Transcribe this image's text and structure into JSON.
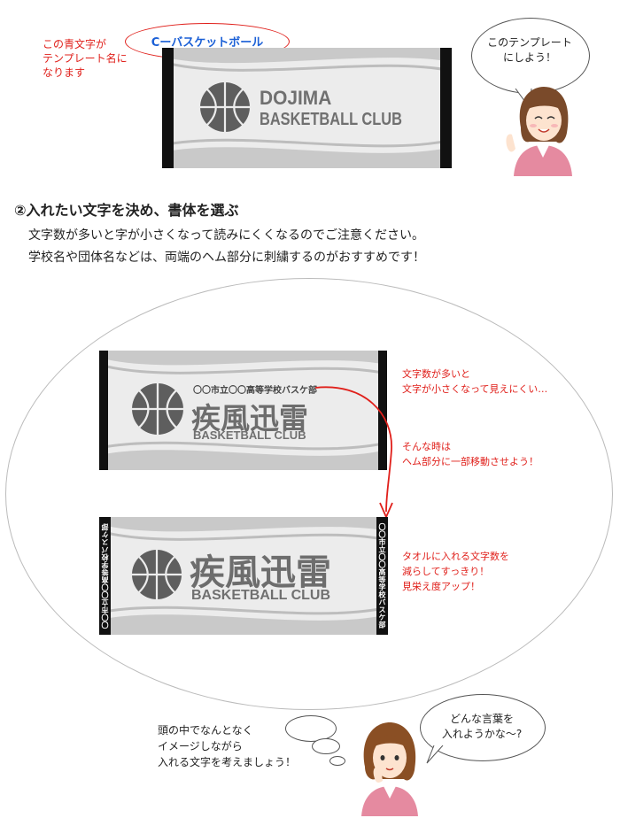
{
  "top": {
    "note_lines": [
      "この青文字が",
      "テンプレート名に",
      "なります"
    ],
    "template_name": "Cーバスケットボール",
    "towel_line1": "DOJIMA",
    "towel_line2": "BASKETBALL CLUB",
    "speech_lines": [
      "このテンプレート",
      "にしよう！"
    ]
  },
  "step": {
    "heading": "②入れたい文字を決め、書体を選ぶ",
    "lines": [
      "文字数が多いと字が小さくなって読みにくくなるのでご注意ください。",
      "学校名や団体名などは、両端のヘム部分に刺繍するのがおすすめです！"
    ]
  },
  "towel_a": {
    "school": "〇〇市立〇〇高等学校バスケ部",
    "team": "疾風迅雷",
    "club": "BASKETBALL CLUB"
  },
  "towel_b": {
    "team": "疾風迅雷",
    "club": "BASKETBALL CLUB",
    "hem_left": "〇〇市立〇〇高等学校バスケ部",
    "hem_right": "〇〇市立〇〇高等学校バスケ部"
  },
  "notes": {
    "note1": [
      "文字数が多いと",
      "文字が小さくなって見えにくい…"
    ],
    "note2": [
      "そんな時は",
      "ヘム部分に一部移動させよう！"
    ],
    "note3": [
      "タオルに入れる文字数を",
      "減らしてすっきり！",
      "見栄え度アップ！"
    ]
  },
  "bottom": {
    "thought_lines": [
      "頭の中でなんとなく",
      "イメージしながら",
      "入れる文字を考えましょう！"
    ],
    "speech_lines": [
      "どんな言葉を",
      "入れようかな～?"
    ]
  },
  "colors": {
    "accent_red": "#e0201b",
    "template_blue": "#1a5fd6",
    "hem_black": "#111111",
    "towel_grey": "#ececec"
  }
}
